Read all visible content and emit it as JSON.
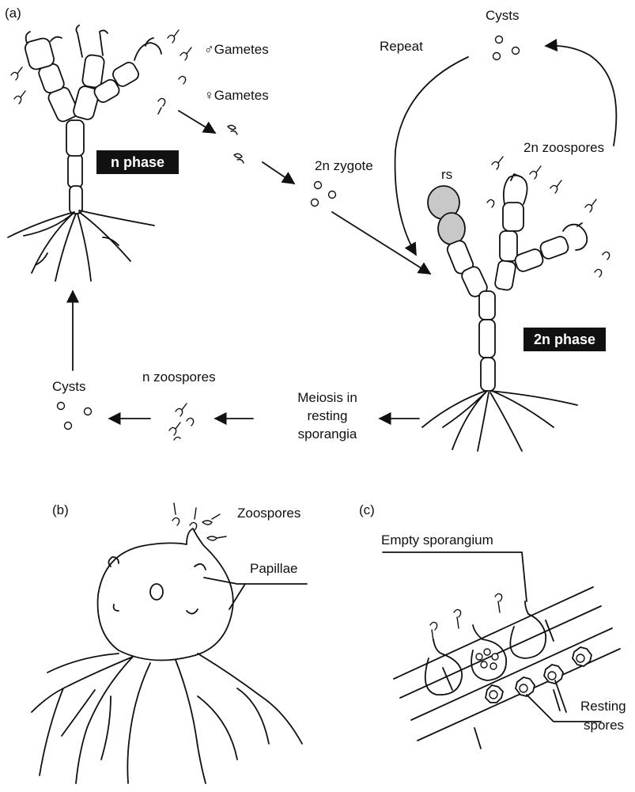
{
  "panels": {
    "a": "(a)",
    "b": "(b)",
    "c": "(c)"
  },
  "labels": {
    "male_gametes": "♂Gametes",
    "female_gametes": "♀Gametes",
    "n_phase": "n phase",
    "zygote": "2n zygote",
    "repeat": "Repeat",
    "cysts_top": "Cysts",
    "zoospores_2n": "2n zoospores",
    "rs": "rs",
    "phase_2n": "2n phase",
    "meiosis_line1": "Meiosis in",
    "meiosis_line2": "resting",
    "meiosis_line3": "sporangia",
    "n_zoospores": "n zoospores",
    "cysts_left": "Cysts",
    "zoospores_b": "Zoospores",
    "papillae": "Papillae",
    "empty_sporangium": "Empty sporangium",
    "resting_line1": "Resting",
    "resting_line2": "spores"
  },
  "colors": {
    "ink": "#111111",
    "badge_fill": "#111111",
    "badge_text": "#ffffff",
    "resting_sporangia_fill": "#c8c8c8"
  }
}
